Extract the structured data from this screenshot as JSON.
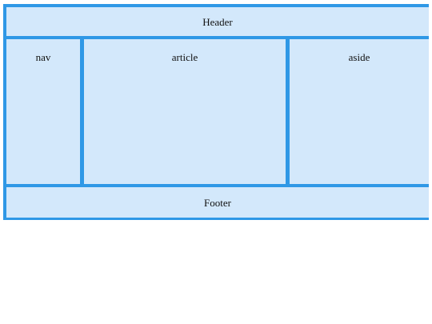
{
  "layout": {
    "header": "Header",
    "nav": "nav",
    "article": "article",
    "aside": "aside",
    "footer": "Footer"
  },
  "colors": {
    "border": "#2f98e6",
    "panel": "#d3e8fb",
    "text": "#111111"
  }
}
